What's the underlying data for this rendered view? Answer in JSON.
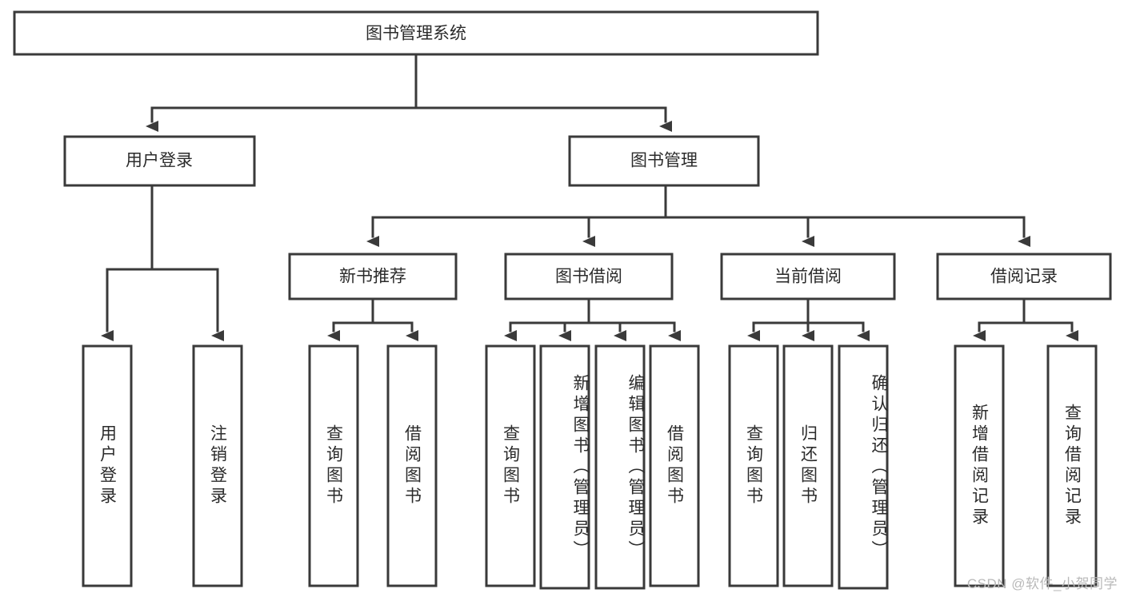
{
  "diagram": {
    "type": "tree-hierarchy",
    "title": "图书管理系统",
    "watermark": "CSDN @软件_小贺同学",
    "colors": {
      "stroke": "#3a3a3a",
      "fill": "#ffffff",
      "text": "#2b2b2b",
      "watermark": "#b9b9b9",
      "background": "#ffffff"
    },
    "levels": {
      "root": {
        "label": "图书管理系统"
      },
      "level2": [
        {
          "label": "用户登录"
        },
        {
          "label": "图书管理"
        }
      ],
      "level3": [
        {
          "label": "新书推荐"
        },
        {
          "label": "图书借阅"
        },
        {
          "label": "当前借阅"
        },
        {
          "label": "借阅记录"
        }
      ]
    },
    "leaves": {
      "under_user_login": [
        {
          "label": "用户登录"
        },
        {
          "label": "注销登录"
        }
      ],
      "under_new_book_recommend": [
        {
          "label": "查询图书"
        },
        {
          "label": "借阅图书"
        }
      ],
      "under_book_borrow": [
        {
          "label": "查询图书"
        },
        {
          "label": "新增图书（管理员）"
        },
        {
          "label": "编辑图书（管理员）"
        },
        {
          "label": "借阅图书"
        }
      ],
      "under_current_borrow": [
        {
          "label": "查询图书"
        },
        {
          "label": "归还图书"
        },
        {
          "label": "确认归还（管理员）"
        }
      ],
      "under_borrow_record": [
        {
          "label": "新增借阅记录"
        },
        {
          "label": "查询借阅记录"
        }
      ]
    }
  }
}
